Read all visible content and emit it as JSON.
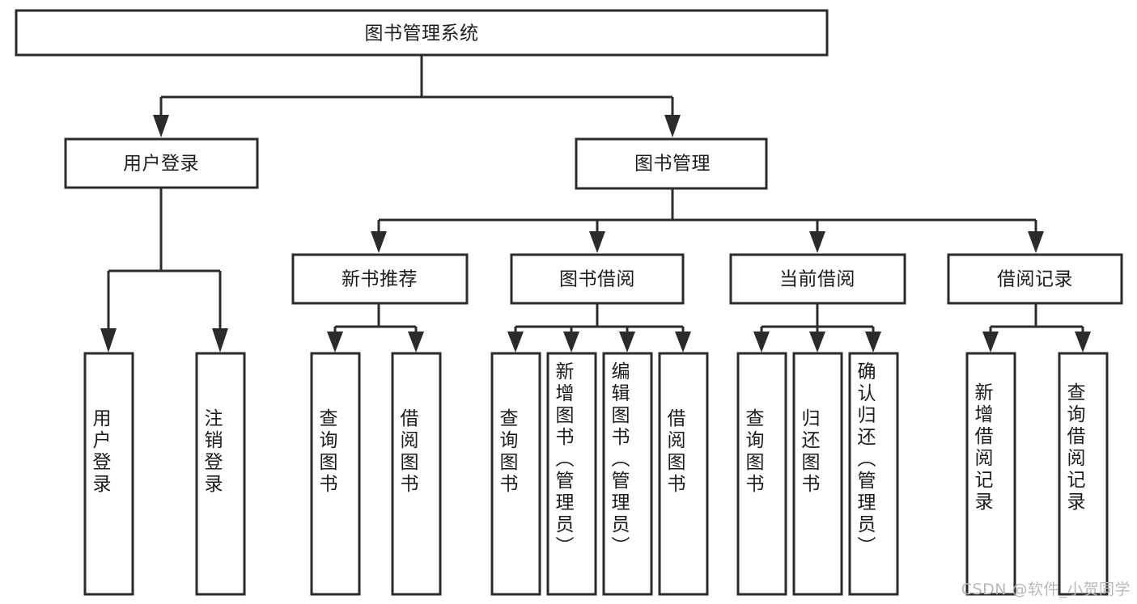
{
  "diagram": {
    "title": "图书管理系统",
    "type": "tree",
    "orientation": "top-down",
    "colors": {
      "node_fill": "#ffffff",
      "node_stroke": "#2b2b2b",
      "connector": "#2b2b2b",
      "text": "#1c1c1c",
      "background": "#ffffff",
      "watermark": "#b9b9b9"
    },
    "root": {
      "id": "root",
      "label": "图书管理系统"
    },
    "level1": [
      {
        "id": "user-login",
        "label": "用户登录"
      },
      {
        "id": "book-manage",
        "label": "图书管理"
      }
    ],
    "level2": [
      {
        "id": "new-book-recommend",
        "label": "新书推荐",
        "parent": "book-manage"
      },
      {
        "id": "book-borrow",
        "label": "图书借阅",
        "parent": "book-manage"
      },
      {
        "id": "current-borrow",
        "label": "当前借阅",
        "parent": "book-manage"
      },
      {
        "id": "borrow-record",
        "label": "借阅记录",
        "parent": "book-manage"
      }
    ],
    "leaves": {
      "user-login": [
        {
          "id": "leaf-user-login",
          "label": "用户登录"
        },
        {
          "id": "leaf-user-logout",
          "label": "注销登录"
        }
      ],
      "new-book-recommend": [
        {
          "id": "leaf-query-book-1",
          "label": "查询图书"
        },
        {
          "id": "leaf-borrow-book-1",
          "label": "借阅图书"
        }
      ],
      "book-borrow": [
        {
          "id": "leaf-query-book-2",
          "label": "查询图书"
        },
        {
          "id": "leaf-add-book",
          "label": "新增图书（管理员）"
        },
        {
          "id": "leaf-edit-book",
          "label": "编辑图书（管理员）"
        },
        {
          "id": "leaf-borrow-book-2",
          "label": "借阅图书"
        }
      ],
      "current-borrow": [
        {
          "id": "leaf-query-book-3",
          "label": "查询图书"
        },
        {
          "id": "leaf-return-book",
          "label": "归还图书"
        },
        {
          "id": "leaf-confirm-return",
          "label": "确认归还（管理员）"
        }
      ],
      "borrow-record": [
        {
          "id": "leaf-add-record",
          "label": "新增借阅记录"
        },
        {
          "id": "leaf-query-record",
          "label": "查询借阅记录"
        }
      ]
    }
  },
  "watermark": {
    "text": "CSDN @软件_小贺同学"
  }
}
